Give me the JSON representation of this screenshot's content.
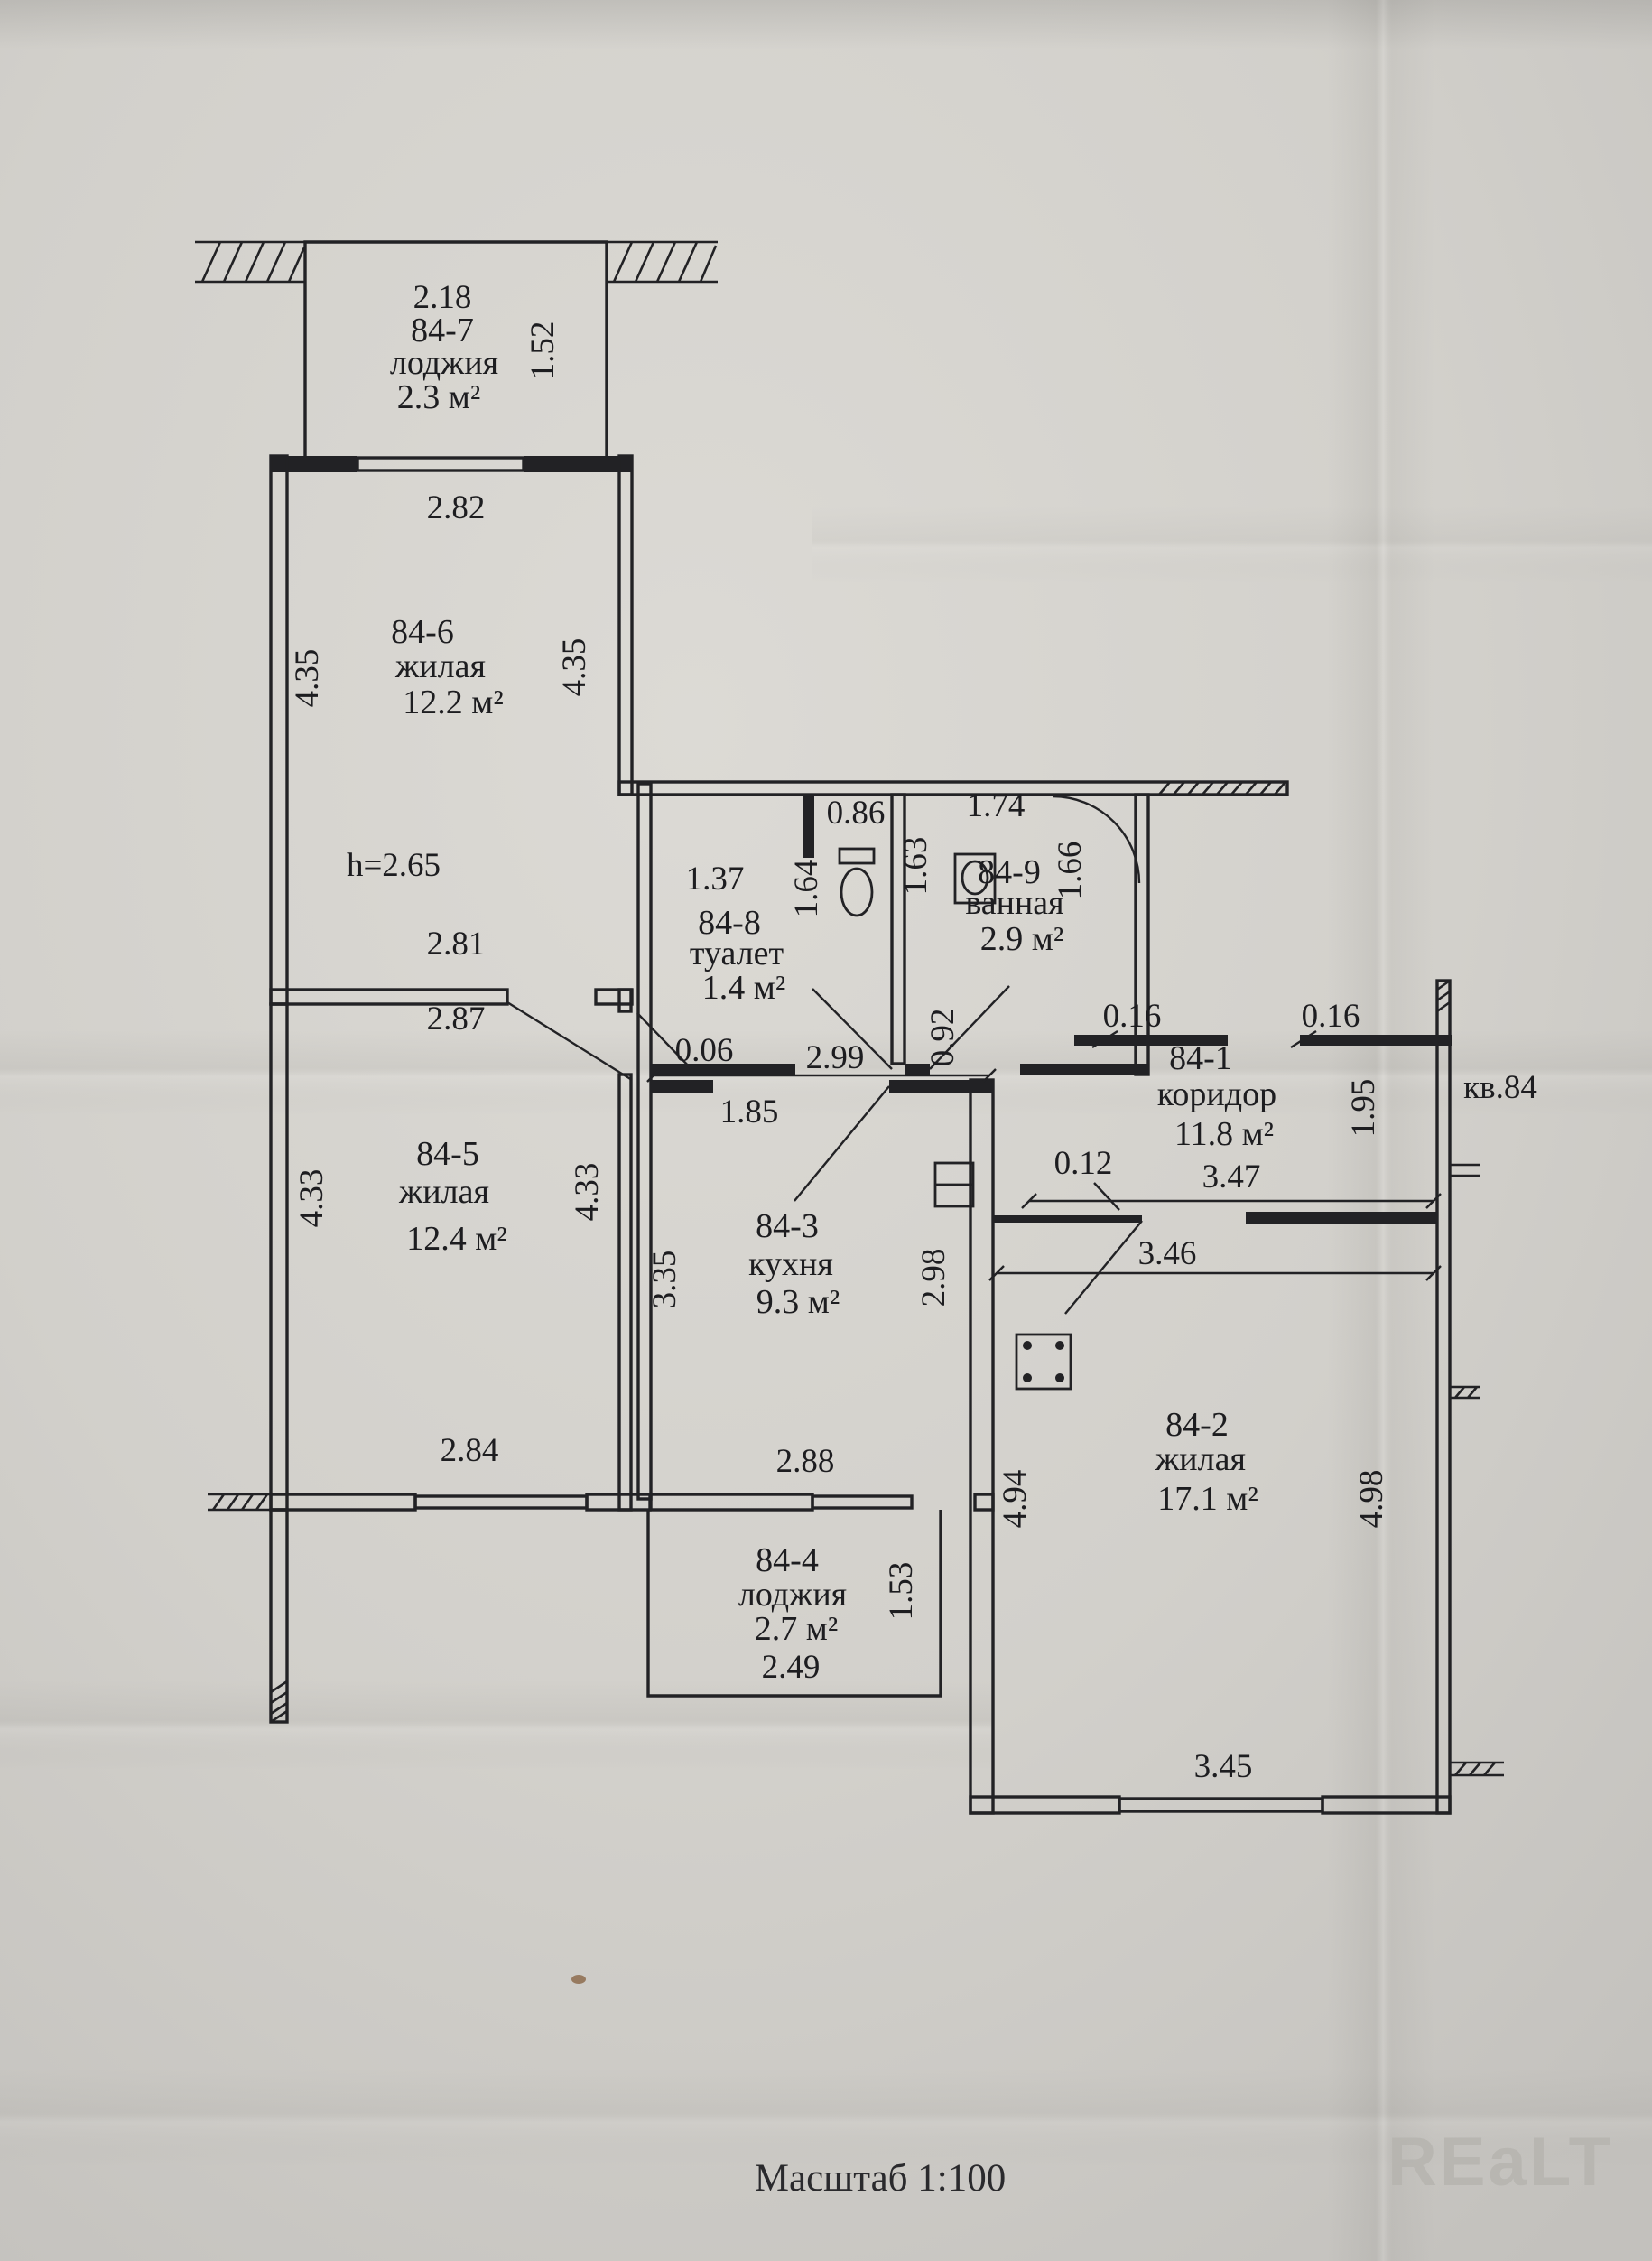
{
  "document": {
    "scale_label": "Масштаб 1:100",
    "apartment_label": "кв.84",
    "ceiling_height": "h=2.65",
    "watermark": "REaLT"
  },
  "rooms": {
    "loggia_top": {
      "code": "84-7",
      "name": "лоджия",
      "area": "2.3 м²"
    },
    "living_top": {
      "code": "84-6",
      "name": "жилая",
      "area": "12.2 м²"
    },
    "toilet": {
      "code": "84-8",
      "name": "туалет",
      "area": "1.4 м²"
    },
    "bathroom": {
      "code": "84-9",
      "name": "ванная",
      "area": "2.9 м²"
    },
    "corridor": {
      "code": "84-1",
      "name": "коридор",
      "area": "11.8 м²"
    },
    "living_mid": {
      "code": "84-5",
      "name": "жилая",
      "area": "12.4 м²"
    },
    "kitchen": {
      "code": "84-3",
      "name": "кухня",
      "area": "9.3 м²"
    },
    "living_big": {
      "code": "84-2",
      "name": "жилая",
      "area": "17.1 м²"
    },
    "loggia_bottom": {
      "code": "84-4",
      "name": "лоджия",
      "area": "2.7 м²"
    }
  },
  "dims": {
    "loggia_top_width": "2.18",
    "loggia_top_depth": "1.52",
    "loggia_top_inner": "2.82",
    "living_top_left": "4.35",
    "living_top_right": "4.35",
    "living_top_bottom": "2.81",
    "living_mid_top": "2.87",
    "toilet_niche": "0.86",
    "toilet_width": "1.37",
    "toilet_depth": "1.64",
    "bath_width": "1.74",
    "bath_left": "1.63",
    "bath_right": "1.66",
    "bath_door": "0.92",
    "stub_left": "0.16",
    "stub_right": "0.16",
    "corridor_right": "1.95",
    "corridor_width": "3.47",
    "partition": "0.12",
    "living_big_top": "3.46",
    "wall_gap": "0.06",
    "kitchen_top": "2.99",
    "kitchen_door": "1.85",
    "living_mid_left": "4.33",
    "living_mid_right": "4.33",
    "living_mid_bottom": "2.84",
    "kitchen_left": "3.35",
    "kitchen_right": "2.98",
    "kitchen_bottom": "2.88",
    "living_big_left": "4.94",
    "living_big_right": "4.98",
    "living_big_bottom": "3.45",
    "loggia_bottom_depth": "1.53",
    "loggia_bottom_width": "2.49"
  }
}
